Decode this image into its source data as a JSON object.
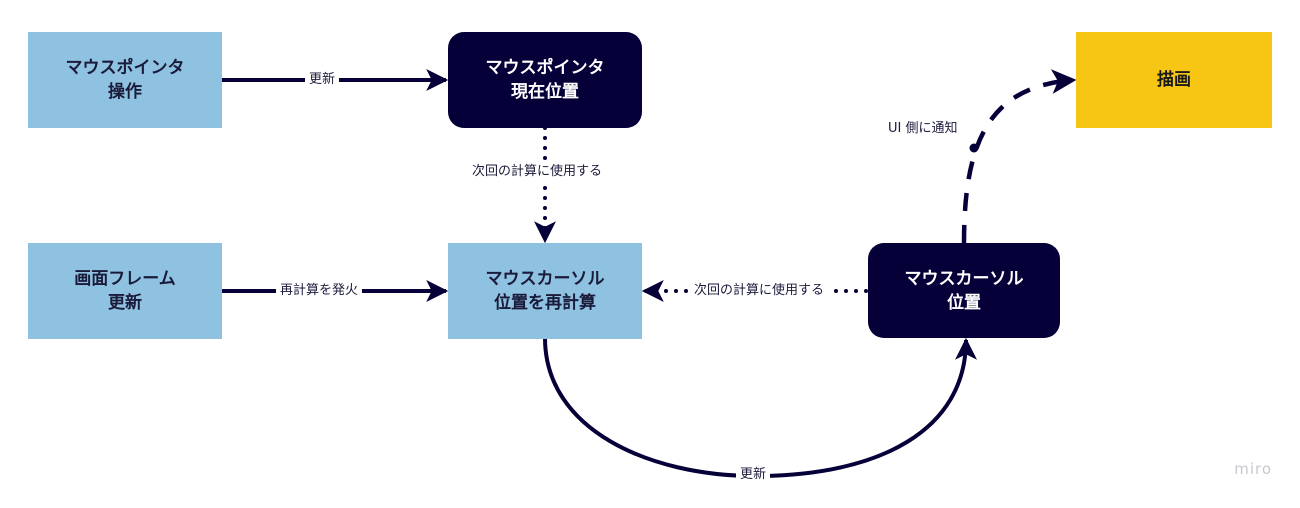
{
  "diagram": {
    "colors": {
      "light_node": "#8fc1e0",
      "dark_node": "#050038",
      "yellow_node": "#f7c514",
      "edge": "#050038"
    },
    "nodes": [
      {
        "id": "mouse-pointer-operation",
        "label": "マウスポインタ\n操作",
        "style": "light"
      },
      {
        "id": "mouse-pointer-current-position",
        "label": "マウスポインタ\n現在位置",
        "style": "dark"
      },
      {
        "id": "screen-frame-update",
        "label": "画面フレーム\n更新",
        "style": "light"
      },
      {
        "id": "recalculate-mouse-cursor-position",
        "label": "マウスカーソル\n位置を再計算",
        "style": "light"
      },
      {
        "id": "mouse-cursor-position",
        "label": "マウスカーソル\n位置",
        "style": "dark"
      },
      {
        "id": "render",
        "label": "描画",
        "style": "yellow"
      }
    ],
    "edges": [
      {
        "from": "mouse-pointer-operation",
        "to": "mouse-pointer-current-position",
        "label": "更新",
        "line": "solid"
      },
      {
        "from": "mouse-pointer-current-position",
        "to": "recalculate-mouse-cursor-position",
        "label": "次回の計算に使用する",
        "line": "dotted"
      },
      {
        "from": "screen-frame-update",
        "to": "recalculate-mouse-cursor-position",
        "label": "再計算を発火",
        "line": "solid"
      },
      {
        "from": "mouse-cursor-position",
        "to": "recalculate-mouse-cursor-position",
        "label": "次回の計算に使用する",
        "line": "dotted"
      },
      {
        "from": "recalculate-mouse-cursor-position",
        "to": "mouse-cursor-position",
        "label": "更新",
        "line": "solid-curved"
      },
      {
        "from": "mouse-cursor-position",
        "to": "render",
        "label": "UI 側に通知",
        "line": "dashed-curved"
      }
    ]
  },
  "watermark": "miro"
}
